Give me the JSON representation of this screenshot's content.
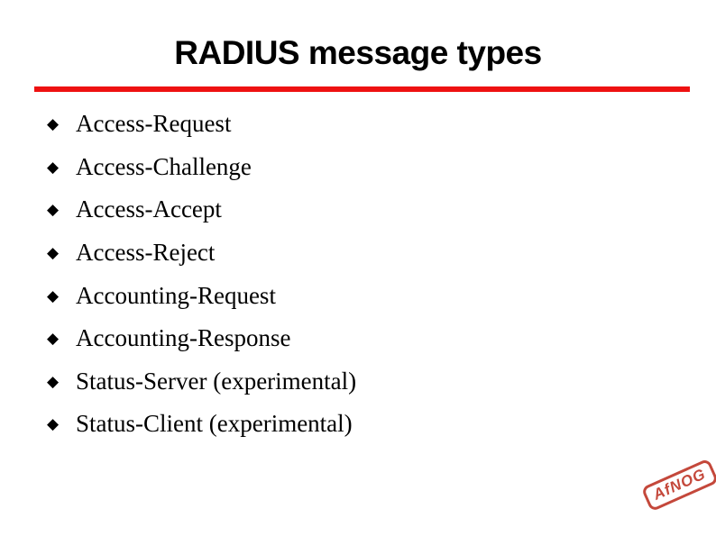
{
  "slide": {
    "title": "RADIUS message types",
    "bullets": [
      "Access-Request",
      "Access-Challenge",
      "Access-Accept",
      "Access-Reject",
      "Accounting-Request",
      "Accounting-Response",
      "Status-Server (experimental)",
      "Status-Client (experimental)"
    ],
    "bullet_glyph": "◆",
    "stamp_label": "AfNOG",
    "colors": {
      "divider": "#ee1111",
      "stamp": "#c0392b",
      "text": "#000000",
      "background": "#ffffff"
    }
  }
}
